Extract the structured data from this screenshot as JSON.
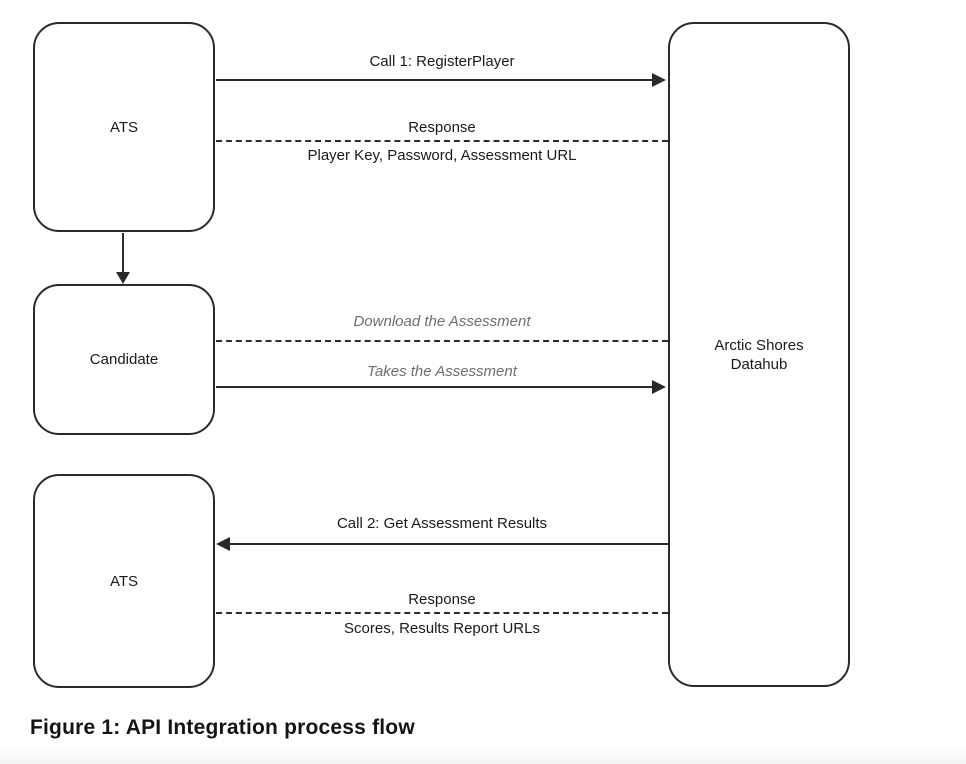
{
  "diagram": {
    "nodes": {
      "ats_top": {
        "label": "ATS"
      },
      "candidate": {
        "label": "Candidate"
      },
      "ats_bottom": {
        "label": "ATS"
      },
      "datahub": {
        "label_line1": "Arctic Shores",
        "label_line2": "Datahub"
      }
    },
    "flows": {
      "call1": {
        "label": "Call 1: RegisterPlayer"
      },
      "response1": {
        "label": "Response",
        "sublabel": "Player Key, Password, Assessment URL"
      },
      "download": {
        "label": "Download the Assessment"
      },
      "takes": {
        "label": "Takes the Assessment"
      },
      "call2": {
        "label": "Call 2: Get Assessment Results"
      },
      "response2": {
        "label": "Response",
        "sublabel": "Scores, Results Report URLs"
      }
    },
    "colors": {
      "line": "#2a2a2a",
      "text": "#1a1a1a",
      "muted_label": "#6e6e6e"
    }
  },
  "caption": "Figure 1: API Integration process flow"
}
